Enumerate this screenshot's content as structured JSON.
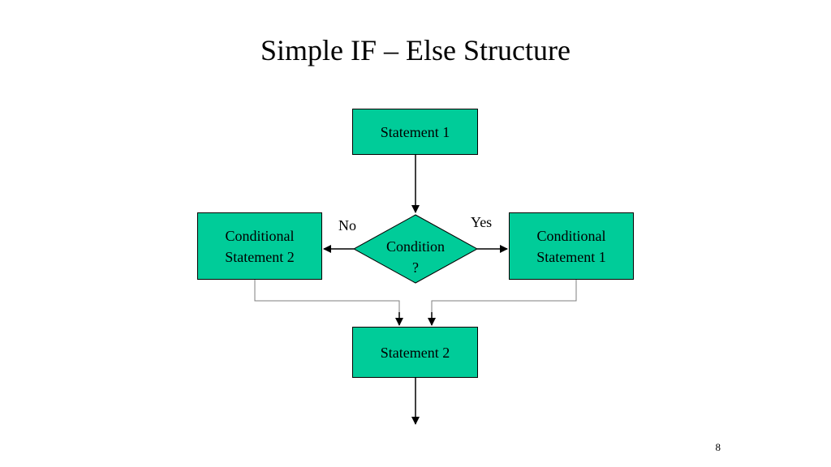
{
  "slide": {
    "title": "Simple IF – Else Structure",
    "page_number": "8"
  },
  "colors": {
    "box_fill": "#00CC99",
    "line": "#000000",
    "connector_light": "#7f7f7f"
  },
  "flowchart": {
    "nodes": {
      "statement1": {
        "label": "Statement 1"
      },
      "condition": {
        "label": "Condition\n?"
      },
      "conditional_statement_2": {
        "label": "Conditional\nStatement 2"
      },
      "conditional_statement_1": {
        "label": "Conditional\nStatement 1"
      },
      "statement2": {
        "label": "Statement 2"
      }
    },
    "branches": {
      "no_label": "No",
      "yes_label": "Yes"
    },
    "edges": [
      {
        "from": "Statement 1",
        "to": "Condition ?"
      },
      {
        "from": "Condition ?",
        "to": "Conditional Statement 2",
        "label": "No"
      },
      {
        "from": "Condition ?",
        "to": "Conditional Statement 1",
        "label": "Yes"
      },
      {
        "from": "Conditional Statement 2",
        "to": "Statement 2"
      },
      {
        "from": "Conditional Statement 1",
        "to": "Statement 2"
      },
      {
        "from": "Statement 2",
        "to": "next"
      }
    ]
  }
}
